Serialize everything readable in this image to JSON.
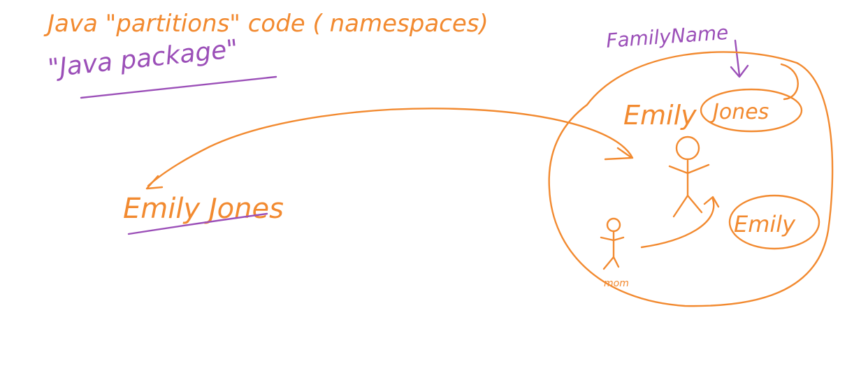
{
  "colors": {
    "background": "#ffffff",
    "orange_ink": "#f28a30",
    "purple_ink": "#9b4fb8"
  },
  "title": {
    "line1": "Java \"partitions\" code ( namespaces)",
    "line2": "\"Java package\""
  },
  "labels": {
    "family_name": "FamilyName",
    "last_name": "Jones",
    "first_name_big": "Emily",
    "first_name_small": "Emily",
    "full_name": "Emily Jones",
    "small_person_label": "mom"
  },
  "icons": {
    "person_large": "stick-figure-icon",
    "person_small": "stick-figure-icon"
  }
}
